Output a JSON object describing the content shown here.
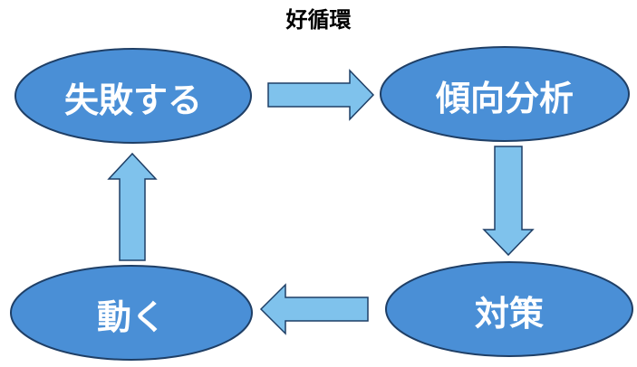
{
  "title": "好循環",
  "colors": {
    "node_fill": "#4a8fd6",
    "node_stroke": "#1f3f66",
    "arrow_fill": "#7fc2ec",
    "arrow_stroke": "#1f3f66",
    "label_text": "#ffffff"
  },
  "nodes": [
    {
      "id": "fail",
      "label": "失敗する"
    },
    {
      "id": "analysis",
      "label": "傾向分析"
    },
    {
      "id": "countermeasure",
      "label": "対策"
    },
    {
      "id": "act",
      "label": "動く"
    }
  ],
  "edges": [
    {
      "from": "fail",
      "to": "analysis"
    },
    {
      "from": "analysis",
      "to": "countermeasure"
    },
    {
      "from": "countermeasure",
      "to": "act"
    },
    {
      "from": "act",
      "to": "fail"
    }
  ]
}
